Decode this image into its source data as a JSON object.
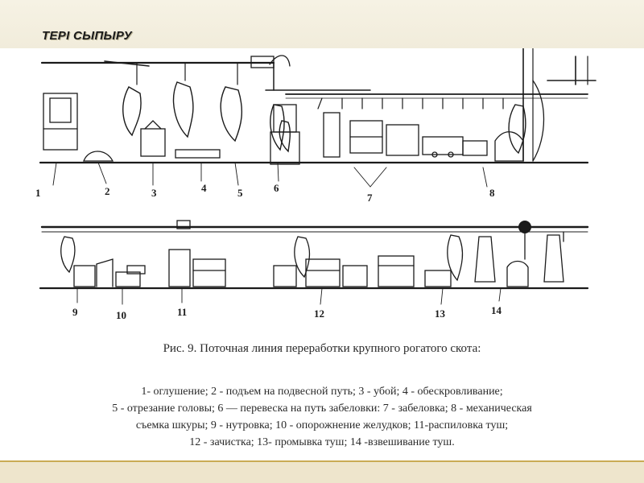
{
  "slide": {
    "title": "ТЕРІ СЫПЫРУ"
  },
  "figure": {
    "top_row_labels": [
      "1",
      "2",
      "3",
      "4",
      "5",
      "6",
      "7",
      "8"
    ],
    "bottom_row_labels": [
      "9",
      "10",
      "11",
      "12",
      "13",
      "14"
    ]
  },
  "caption": "Рис. 9.   Поточная линия   переработки   крупного   рогатого скота:",
  "legend": [
    "1- оглушение; 2 - подъем на подвесной путь; 3 - убой; 4 - обескровливание;",
    "5 - отрезание головы; 6 — перевеска на путь забеловки: 7 - забеловка; 8 - механическая",
    "съемка шкуры; 9 - нутровка; 10 - опорожнение желудков; 11-распиловка туш;",
    "12 - зачистка; 13- промывка туш;   14  -взвешивание   туш."
  ],
  "colors": {
    "title_shadow": "#b9b294",
    "band": "#eee5cc",
    "band_line": "#c9ab55",
    "ink": "#1b1b1b"
  }
}
